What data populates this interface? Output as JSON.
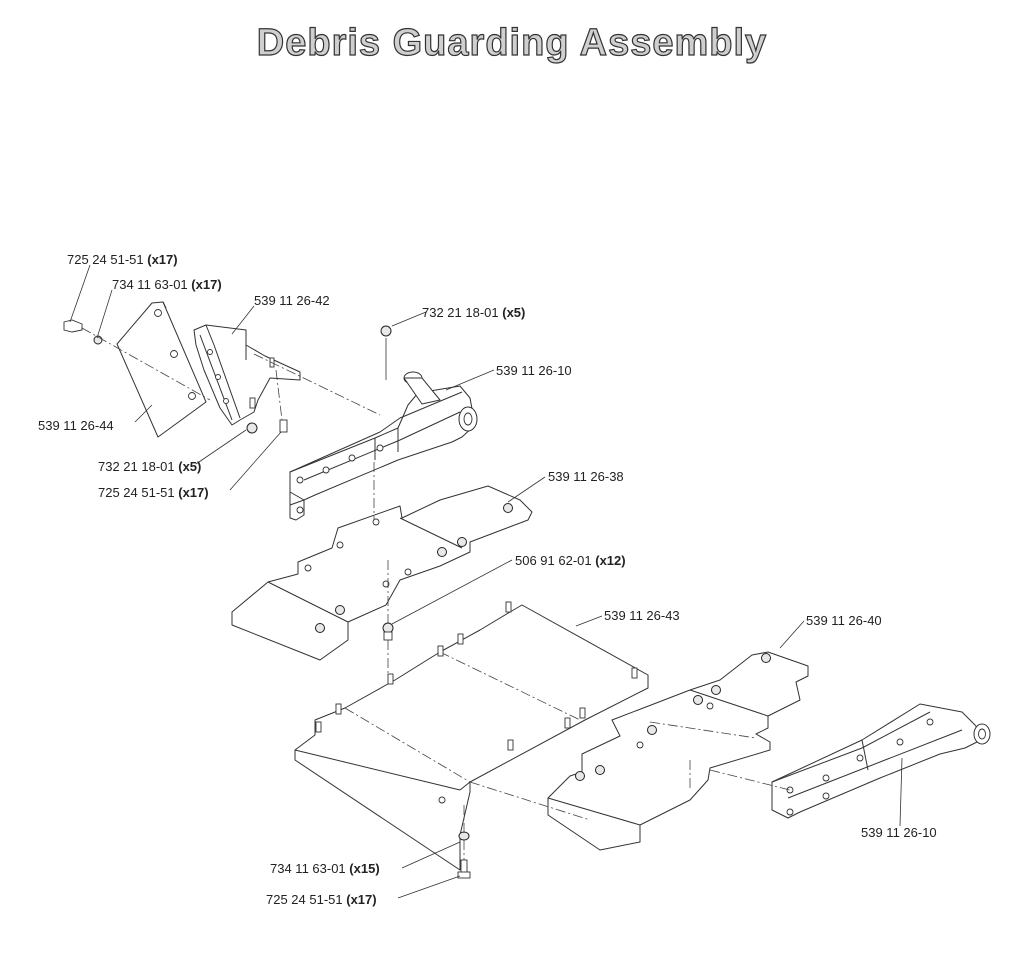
{
  "title": "Debris Guarding Assembly",
  "labels": [
    {
      "id": "l1",
      "part": "725 24 51-51",
      "qty": "(x17)"
    },
    {
      "id": "l2",
      "part": "734 11 63-01",
      "qty": "(x17)"
    },
    {
      "id": "l3",
      "part": "539 11 26-42",
      "qty": ""
    },
    {
      "id": "l4",
      "part": "732 21 18-01",
      "qty": "(x5)"
    },
    {
      "id": "l5",
      "part": "539 11 26-10",
      "qty": ""
    },
    {
      "id": "l6",
      "part": "539 11 26-44",
      "qty": ""
    },
    {
      "id": "l7",
      "part": "732 21 18-01",
      "qty": "(x5)"
    },
    {
      "id": "l8",
      "part": "725 24 51-51",
      "qty": "(x17)"
    },
    {
      "id": "l9",
      "part": "539 11 26-38",
      "qty": ""
    },
    {
      "id": "l10",
      "part": "506 91 62-01",
      "qty": "(x12)"
    },
    {
      "id": "l11",
      "part": "539 11 26-43",
      "qty": ""
    },
    {
      "id": "l12",
      "part": "539 11 26-40",
      "qty": ""
    },
    {
      "id": "l13",
      "part": "539 11 26-10",
      "qty": ""
    },
    {
      "id": "l14",
      "part": "734 11 63-01",
      "qty": "(x15)"
    },
    {
      "id": "l15",
      "part": "725 24 51-51",
      "qty": "(x17)"
    }
  ]
}
